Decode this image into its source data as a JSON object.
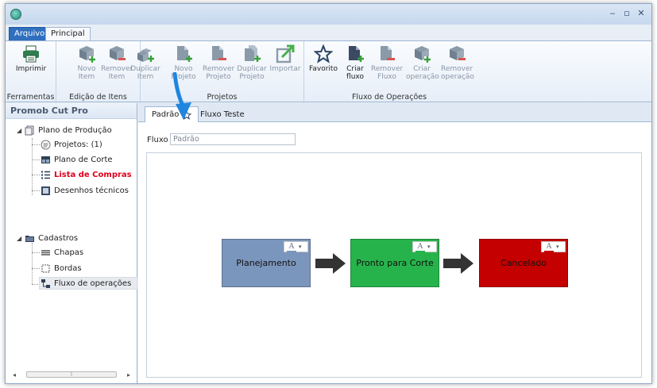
{
  "window": {
    "controls": {
      "minimize": "‒",
      "maximize": "▫",
      "close": "✕"
    }
  },
  "ribbon_tabs": [
    "Arquivo",
    "Principal"
  ],
  "ribbon": {
    "groups": [
      {
        "label": "Ferramentas",
        "buttons": [
          {
            "label": "Imprimir",
            "icon": "printer-icon",
            "enabled": true
          }
        ]
      },
      {
        "label": "Edição de Itens",
        "buttons": [
          {
            "label": "Novo\nItem",
            "icon": "add-item-icon",
            "enabled": false
          },
          {
            "label": "Remover\nItem",
            "icon": "remove-item-icon",
            "enabled": false
          },
          {
            "label": "Duplicar\nItem",
            "icon": "duplicate-item-icon",
            "enabled": false
          }
        ]
      },
      {
        "label": "Projetos",
        "buttons": [
          {
            "label": "Novo\nProjeto",
            "icon": "new-project-icon",
            "enabled": false
          },
          {
            "label": "Remover\nProjeto",
            "icon": "remove-project-icon",
            "enabled": false
          },
          {
            "label": "Duplicar\nProjeto",
            "icon": "duplicate-project-icon",
            "enabled": false
          },
          {
            "label": "Importar",
            "icon": "import-icon",
            "enabled": false
          }
        ]
      },
      {
        "label": "Fluxo de Operações",
        "buttons": [
          {
            "label": "Favorito",
            "icon": "star-icon",
            "enabled": true
          },
          {
            "label": "Criar\nfluxo",
            "icon": "create-flow-icon",
            "enabled": true
          },
          {
            "label": "Remover\nFluxo",
            "icon": "remove-flow-icon",
            "enabled": false
          },
          {
            "label": "Criar\noperação",
            "icon": "create-operation-icon",
            "enabled": false
          },
          {
            "label": "Remover\noperação",
            "icon": "remove-operation-icon",
            "enabled": false
          }
        ]
      }
    ]
  },
  "left_panel": {
    "title": "Promob Cut Pro",
    "tree": {
      "plano": {
        "label": "Plano de Produção",
        "children": [
          "Projetos: (1)",
          "Plano de Corte",
          "Lista de Compras",
          "Desenhos técnicos"
        ]
      },
      "cadastros": {
        "label": "Cadastros",
        "children": [
          "Chapas",
          "Bordas",
          "Fluxo de operações"
        ]
      }
    }
  },
  "doc_tabs": [
    "Padrão",
    "Fluxo Teste"
  ],
  "fluxo": {
    "label": "Fluxo :",
    "value": "Padrão"
  },
  "flow_nodes": [
    {
      "label": "Planejamento",
      "color": "#7b96bd"
    },
    {
      "label": "Pronto para Corte",
      "color": "#27b34b"
    },
    {
      "label": "Cancelado",
      "color": "#c40000"
    }
  ],
  "node_format_glyph": "A",
  "colors": {
    "accent": "#2f6fbe",
    "highlight_text": "#e0001b",
    "arrow_callout": "#1f86e0"
  }
}
